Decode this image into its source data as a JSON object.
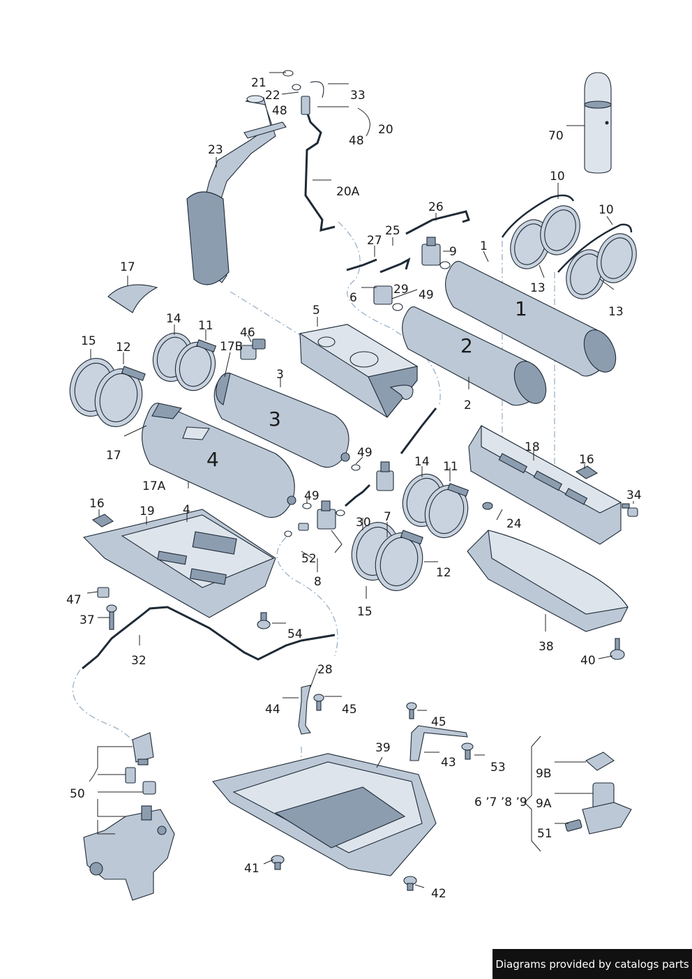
{
  "credit": "Diagrams provided by catalogs parts",
  "labels": {
    "l21": "21",
    "l22": "22",
    "l48a": "48",
    "l33": "33",
    "l20": "20",
    "l48b": "48",
    "l70": "70",
    "l23": "23",
    "l20A": "20A",
    "l10a": "10",
    "l10b": "10",
    "l26": "26",
    "l25": "25",
    "l27": "27",
    "l9": "9",
    "l1": "1",
    "l17a": "17",
    "l29": "29",
    "l6": "6",
    "l49a": "49",
    "l13a": "13",
    "l13b": "13",
    "l5": "5",
    "l14a": "14",
    "l11a": "11",
    "l46": "46",
    "l15a": "15",
    "l12a": "12",
    "l17B": "17B",
    "l3": "3",
    "l2": "2",
    "l17b": "17",
    "l49b": "49",
    "l18": "18",
    "l16a": "16",
    "l14b": "14",
    "l11b": "11",
    "l17A": "17A",
    "l49c": "49",
    "l34": "34",
    "l16b": "16",
    "l19": "19",
    "l4": "4",
    "l30": "30",
    "l7": "7",
    "l24": "24",
    "l52": "52",
    "l8": "8",
    "l12b": "12",
    "l47": "47",
    "l37": "37",
    "l15b": "15",
    "l54": "54",
    "l32": "32",
    "l38": "38",
    "l40": "40",
    "l28": "28",
    "l44": "44",
    "l45a": "45",
    "l45b": "45",
    "l39": "39",
    "l43": "43",
    "l53": "53",
    "l50": "50",
    "l9B": "9B",
    "l6789": "6 ’7 ’8 ’9",
    "l9A": "9A",
    "l51": "51",
    "l41": "41",
    "l42": "42"
  },
  "tanks": {
    "t1": "1",
    "t2": "2",
    "t3": "3",
    "t4": "4"
  }
}
